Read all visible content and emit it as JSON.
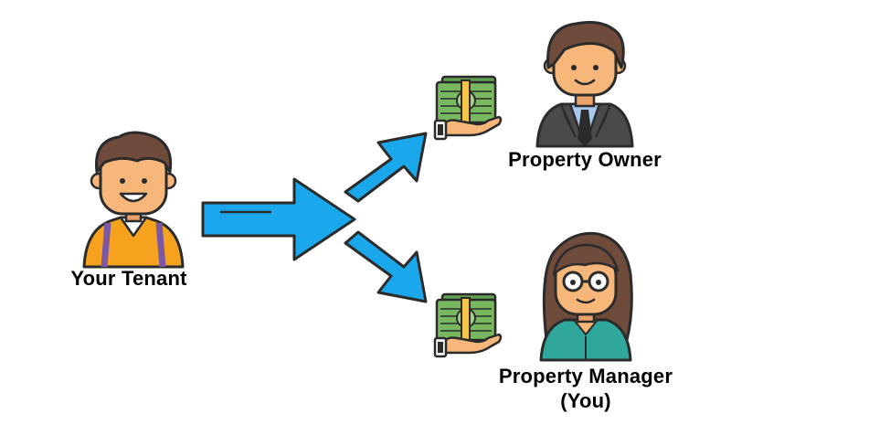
{
  "labels": {
    "tenant": "Your Tenant",
    "owner": "Property Owner",
    "manager_line1": "Property Manager",
    "manager_line2": "(You)"
  },
  "colors": {
    "arrow": "#1aa7ec",
    "outline": "#2b2b2b",
    "skin": "#f7b77a",
    "hair": "#6e4b3a",
    "tenant_shirt": "#f6a21e",
    "suspenders": "#7b58a6",
    "owner_suit": "#4a4a4a",
    "owner_shirt": "#a9c8ec",
    "manager_top": "#2fa79a",
    "money": "#5fa04f"
  },
  "icons": [
    "tenant-avatar-icon",
    "owner-avatar-icon",
    "manager-avatar-icon",
    "money-hand-icon",
    "split-arrow-icon"
  ]
}
